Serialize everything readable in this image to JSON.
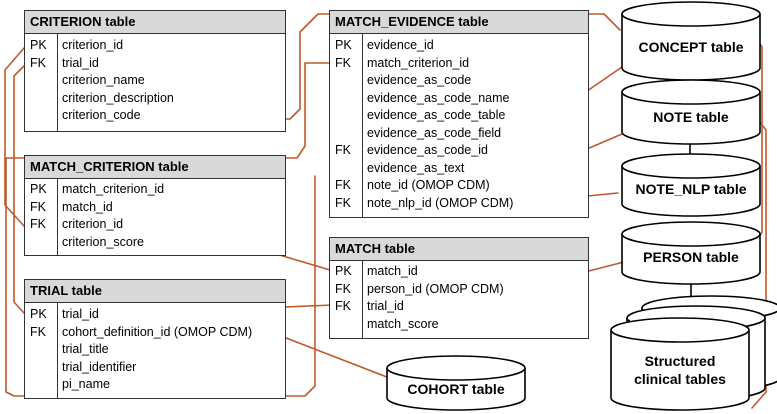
{
  "tables": {
    "criterion": {
      "title": "CRITERION table",
      "rows": [
        {
          "key": "PK",
          "field": "criterion_id"
        },
        {
          "key": "FK",
          "field": "trial_id"
        },
        {
          "key": "",
          "field": "criterion_name"
        },
        {
          "key": "",
          "field": "criterion_description"
        },
        {
          "key": "",
          "field": "criterion_code"
        }
      ]
    },
    "match_criterion": {
      "title": "MATCH_CRITERION table",
      "rows": [
        {
          "key": "PK",
          "field": "match_criterion_id"
        },
        {
          "key": "FK",
          "field": "match_id"
        },
        {
          "key": "FK",
          "field": "criterion_id"
        },
        {
          "key": "",
          "field": "criterion_score"
        }
      ]
    },
    "trial": {
      "title": "TRIAL table",
      "rows": [
        {
          "key": "PK",
          "field": "trial_id"
        },
        {
          "key": "FK",
          "field": "cohort_definition_id (OMOP CDM)"
        },
        {
          "key": "",
          "field": "trial_title"
        },
        {
          "key": "",
          "field": "trial_identifier"
        },
        {
          "key": "",
          "field": "pi_name"
        }
      ]
    },
    "match_evidence": {
      "title": "MATCH_EVIDENCE table",
      "rows": [
        {
          "key": "PK",
          "field": "evidence_id"
        },
        {
          "key": "FK",
          "field": "match_criterion_id"
        },
        {
          "key": "",
          "field": "evidence_as_code"
        },
        {
          "key": "",
          "field": "evidence_as_code_name"
        },
        {
          "key": "",
          "field": "evidence_as_code_table"
        },
        {
          "key": "",
          "field": "evidence_as_code_field"
        },
        {
          "key": "FK",
          "field": "evidence_as_code_id"
        },
        {
          "key": "",
          "field": "evidence_as_text"
        },
        {
          "key": "FK",
          "field": "note_id (OMOP CDM)"
        },
        {
          "key": "FK",
          "field": "note_nlp_id (OMOP CDM)"
        }
      ]
    },
    "match": {
      "title": "MATCH table",
      "rows": [
        {
          "key": "PK",
          "field": "match_id"
        },
        {
          "key": "FK",
          "field": "person_id (OMOP CDM)"
        },
        {
          "key": "FK",
          "field": "trial_id"
        },
        {
          "key": "",
          "field": "match_score"
        }
      ]
    }
  },
  "cylinders": {
    "concept": "CONCEPT table",
    "note": "NOTE table",
    "note_nlp": "NOTE_NLP table",
    "person": "PERSON table",
    "structured_line1": "Structured",
    "structured_line2": "clinical tables",
    "cohort": "COHORT table"
  },
  "colors": {
    "relation_line": "#c0582a",
    "header_fill": "#d9d9d9",
    "border": "#333333"
  }
}
